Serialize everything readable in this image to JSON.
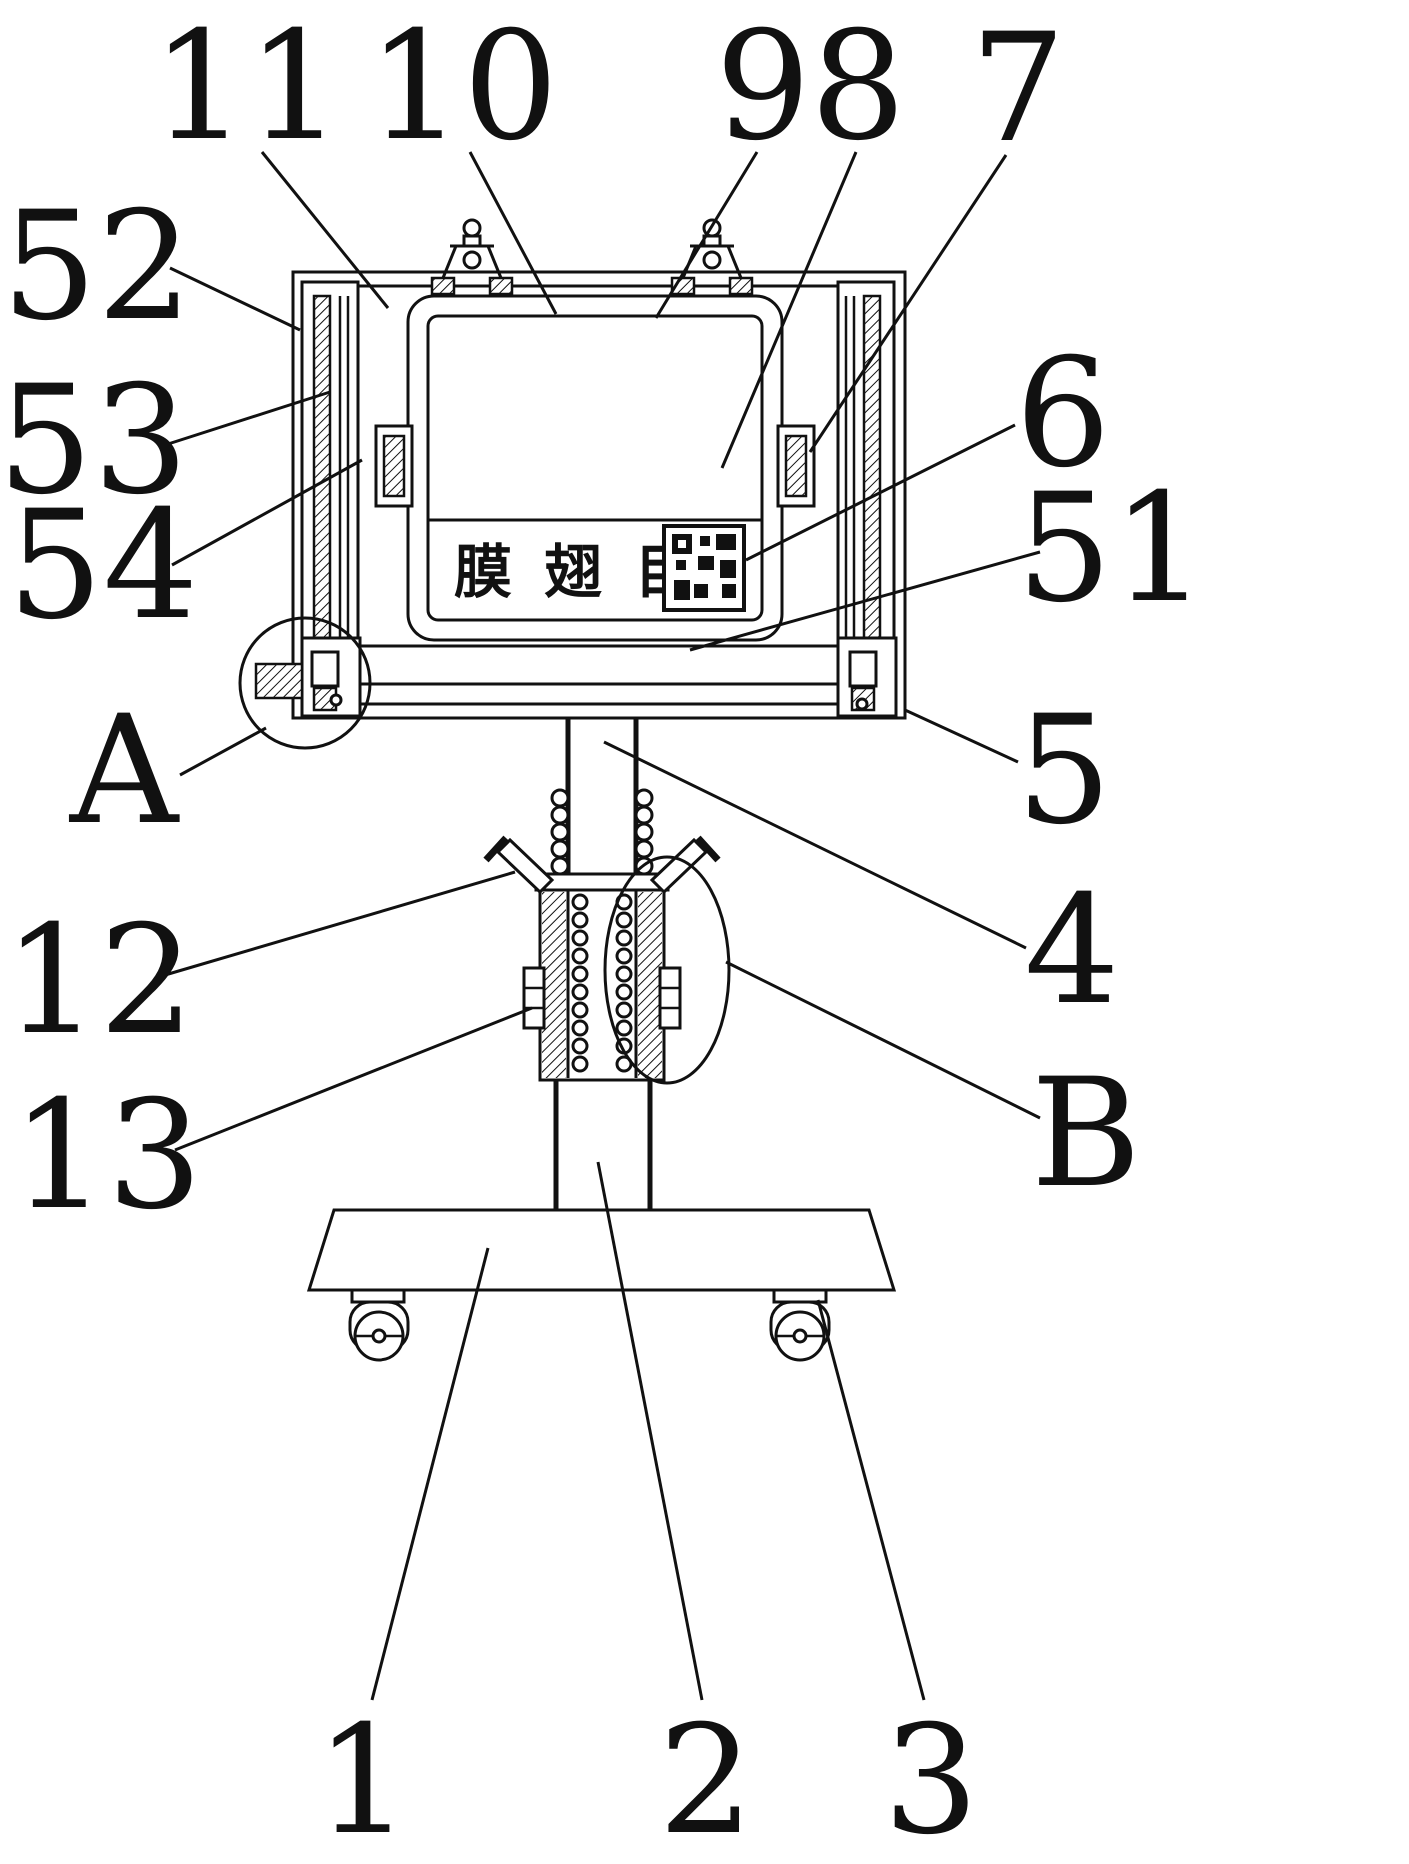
{
  "diagram": {
    "background": "#ffffff",
    "ink": "#111111",
    "screen_caption": "膜 翅 目",
    "labels": {
      "n11": "11",
      "n10": "10",
      "n9": "9",
      "n8": "8",
      "n7": "7",
      "n52": "52",
      "n53": "53",
      "n54": "54",
      "n6": "6",
      "n51": "51",
      "nA": "A",
      "n5": "5",
      "n4": "4",
      "n12": "12",
      "nB": "B",
      "n13": "13",
      "n1": "1",
      "n2": "2",
      "n3": "3"
    }
  }
}
